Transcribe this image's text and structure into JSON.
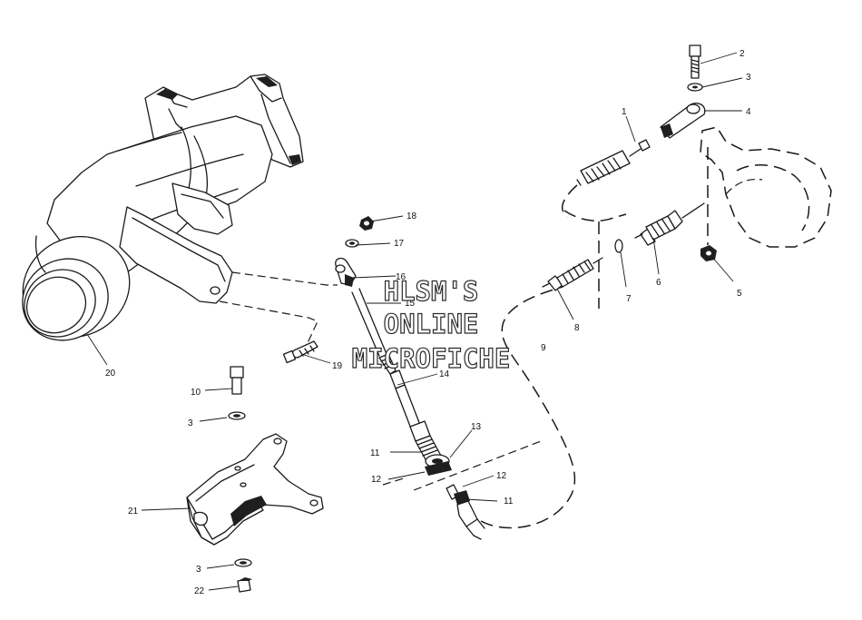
{
  "watermark": {
    "line1": "HLSM'S",
    "line2": "ONLINE",
    "line3": "MICROFICHE"
  },
  "callouts": [
    {
      "id": "c2",
      "text": "2"
    },
    {
      "id": "c3a",
      "text": "3"
    },
    {
      "id": "c4",
      "text": "4"
    },
    {
      "id": "c1",
      "text": "1"
    },
    {
      "id": "c5",
      "text": "5"
    },
    {
      "id": "c6",
      "text": "6"
    },
    {
      "id": "c7",
      "text": "7"
    },
    {
      "id": "c8",
      "text": "8"
    },
    {
      "id": "c9",
      "text": "9"
    },
    {
      "id": "c18",
      "text": "18"
    },
    {
      "id": "c17",
      "text": "17"
    },
    {
      "id": "c16",
      "text": "16"
    },
    {
      "id": "c15",
      "text": "15"
    },
    {
      "id": "c19",
      "text": "19"
    },
    {
      "id": "c14",
      "text": "14"
    },
    {
      "id": "c13",
      "text": "13"
    },
    {
      "id": "c11a",
      "text": "11"
    },
    {
      "id": "c12a",
      "text": "12"
    },
    {
      "id": "c12b",
      "text": "12"
    },
    {
      "id": "c11b",
      "text": "11"
    },
    {
      "id": "c20",
      "text": "20"
    },
    {
      "id": "c10",
      "text": "10"
    },
    {
      "id": "c3b",
      "text": "3"
    },
    {
      "id": "c21",
      "text": "21"
    },
    {
      "id": "c3c",
      "text": "3"
    },
    {
      "id": "c22",
      "text": "22"
    }
  ]
}
